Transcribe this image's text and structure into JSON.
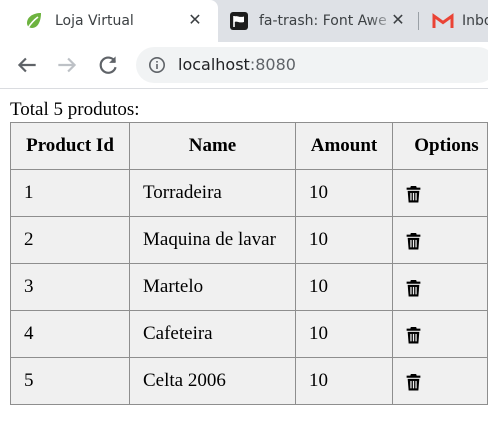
{
  "browser": {
    "tabs": [
      {
        "title": "Loja Virtual",
        "icon": "spring-leaf-icon",
        "active": true
      },
      {
        "title": "fa-trash: Font Awe",
        "icon": "font-awesome-flag-icon",
        "active": false
      },
      {
        "title": "Inbo",
        "icon": "gmail-icon",
        "active": false
      }
    ],
    "url_host": "localhost",
    "url_port": ":8080",
    "accent_spring": "#6db33f",
    "accent_gmail": "#ea4335"
  },
  "page": {
    "total_label": "Total 5 produtos:",
    "columns": [
      "Product Id",
      "Name",
      "Amount",
      "Options"
    ],
    "rows": [
      {
        "id": "1",
        "name": "Torradeira",
        "amount": "10",
        "option_icon": "trash-icon"
      },
      {
        "id": "2",
        "name": "Maquina de lavar",
        "amount": "10",
        "option_icon": "trash-icon"
      },
      {
        "id": "3",
        "name": "Martelo",
        "amount": "10",
        "option_icon": "trash-icon"
      },
      {
        "id": "4",
        "name": "Cafeteira",
        "amount": "10",
        "option_icon": "trash-icon"
      },
      {
        "id": "5",
        "name": "Celta 2006",
        "amount": "10",
        "option_icon": "trash-icon"
      }
    ]
  }
}
